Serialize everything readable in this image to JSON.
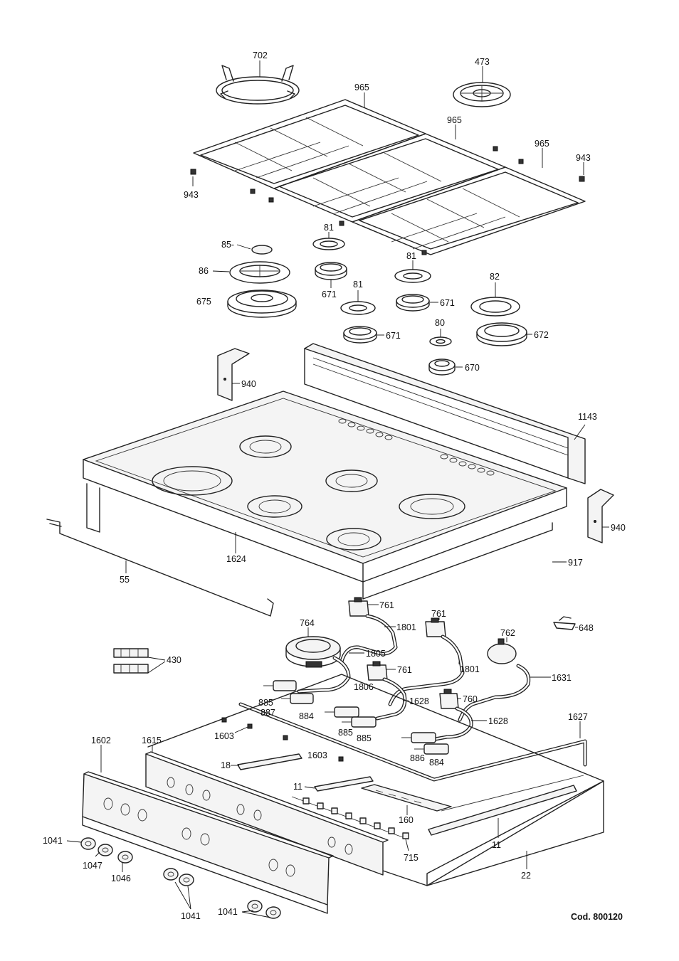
{
  "diagram": {
    "code_label": "Cod. 800120",
    "callouts": {
      "c702": "702",
      "c473": "473",
      "c965a": "965",
      "c965b": "965",
      "c965c": "965",
      "c943a": "943",
      "c943b": "943",
      "c81a": "81",
      "c81b": "81",
      "c81c": "81",
      "c82": "82",
      "c80": "80",
      "c85": "85-",
      "c86": "86",
      "c675": "675",
      "c671a": "671",
      "c671b": "671",
      "c671c": "671",
      "c672": "672",
      "c670": "670",
      "c940a": "940",
      "c940b": "940",
      "c1143": "1143",
      "c1624": "1624",
      "c55": "55",
      "c917": "917",
      "c761a": "761",
      "c761b": "761",
      "c761c": "761",
      "c764": "764",
      "c762": "762",
      "c648": "648",
      "c1801a": "1801",
      "c1801b": "1801",
      "c1805": "1805",
      "c1806": "1806",
      "c1631": "1631",
      "c1628a": "1628",
      "c1628b": "1628",
      "c1627": "1627",
      "c760": "760",
      "c430": "430",
      "c885a": "885",
      "c887": "887",
      "c884a": "884",
      "c885b": "885",
      "c885c": "885",
      "c886": "886",
      "c884b": "884",
      "c1603a": "1603",
      "c1603b": "1603",
      "c1602": "1602",
      "c1615": "1615",
      "c18": "18",
      "c11a": "11",
      "c11b": "11",
      "c160": "160",
      "c715": "715",
      "c22": "22",
      "c1041a": "1041",
      "c1047": "1047",
      "c1046": "1046",
      "c1041b": "1041",
      "c1041c": "1041"
    }
  }
}
